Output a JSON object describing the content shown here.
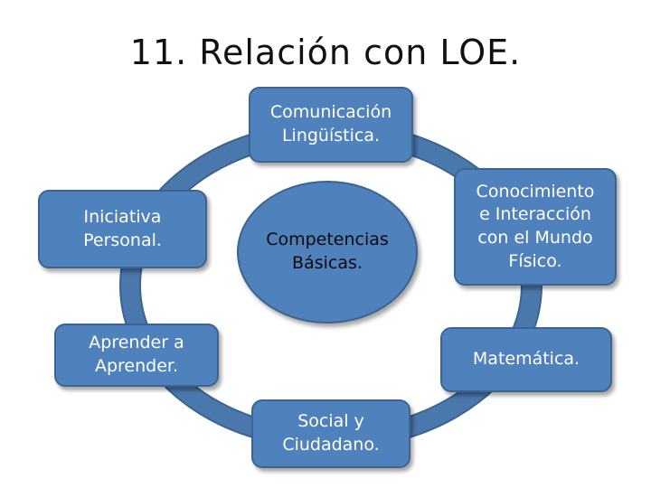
{
  "title": "11. Relación con LOE.",
  "center": {
    "label": "Competencias\nBásicas."
  },
  "nodes": {
    "comunicacion": "Comunicación\nLingüística.",
    "conocimiento": "Conocimiento\ne Interacción\ncon el Mundo\nFísico.",
    "matematica": "Matemática.",
    "social": "Social y\nCiudadano.",
    "aprender": "Aprender a\nAprender.",
    "iniciativa": "Iniciativa\nPersonal."
  },
  "colors": {
    "node_fill": "#4f81bd",
    "node_border": "#3a6491",
    "ring": "#4a78ad"
  }
}
